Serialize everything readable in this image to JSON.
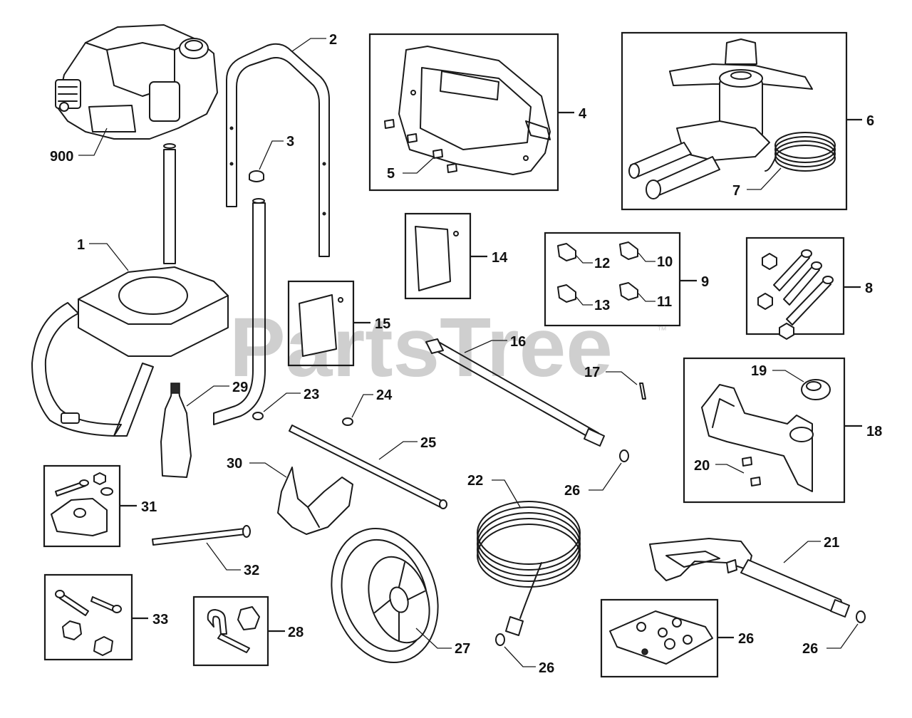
{
  "watermark": {
    "text": "PartsTree",
    "trademark": "™"
  },
  "callouts": {
    "c900": "900",
    "c1": "1",
    "c2": "2",
    "c3": "3",
    "c4": "4",
    "c5": "5",
    "c6": "6",
    "c7": "7",
    "c8": "8",
    "c9": "9",
    "c10": "10",
    "c11": "11",
    "c12": "12",
    "c13": "13",
    "c14": "14",
    "c15": "15",
    "c16": "16",
    "c17": "17",
    "c18": "18",
    "c19": "19",
    "c20": "20",
    "c21": "21",
    "c22": "22",
    "c23": "23",
    "c24": "24",
    "c25": "25",
    "c26a": "26",
    "c26b": "26",
    "c26c": "26",
    "c26d": "26",
    "c27": "27",
    "c28": "28",
    "c29": "29",
    "c30": "30",
    "c31": "31",
    "c32": "32",
    "c33": "33"
  }
}
